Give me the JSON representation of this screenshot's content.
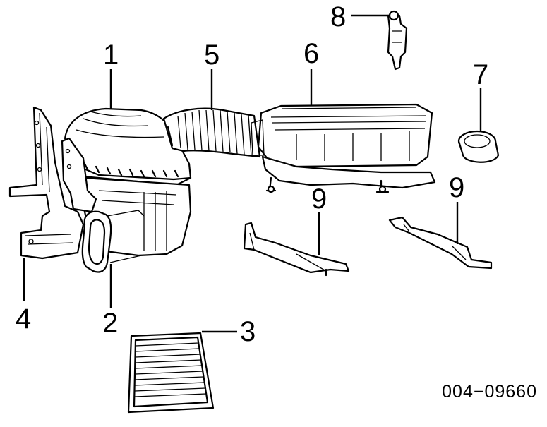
{
  "diagram": {
    "callouts": [
      {
        "id": "1",
        "label": "1"
      },
      {
        "id": "2",
        "label": "2"
      },
      {
        "id": "3",
        "label": "3"
      },
      {
        "id": "4",
        "label": "4"
      },
      {
        "id": "5",
        "label": "5"
      },
      {
        "id": "6",
        "label": "6"
      },
      {
        "id": "7",
        "label": "7"
      },
      {
        "id": "8",
        "label": "8"
      },
      {
        "id": "9a",
        "label": "9"
      },
      {
        "id": "9b",
        "label": "9"
      }
    ],
    "drawing_code": "004−09660"
  }
}
